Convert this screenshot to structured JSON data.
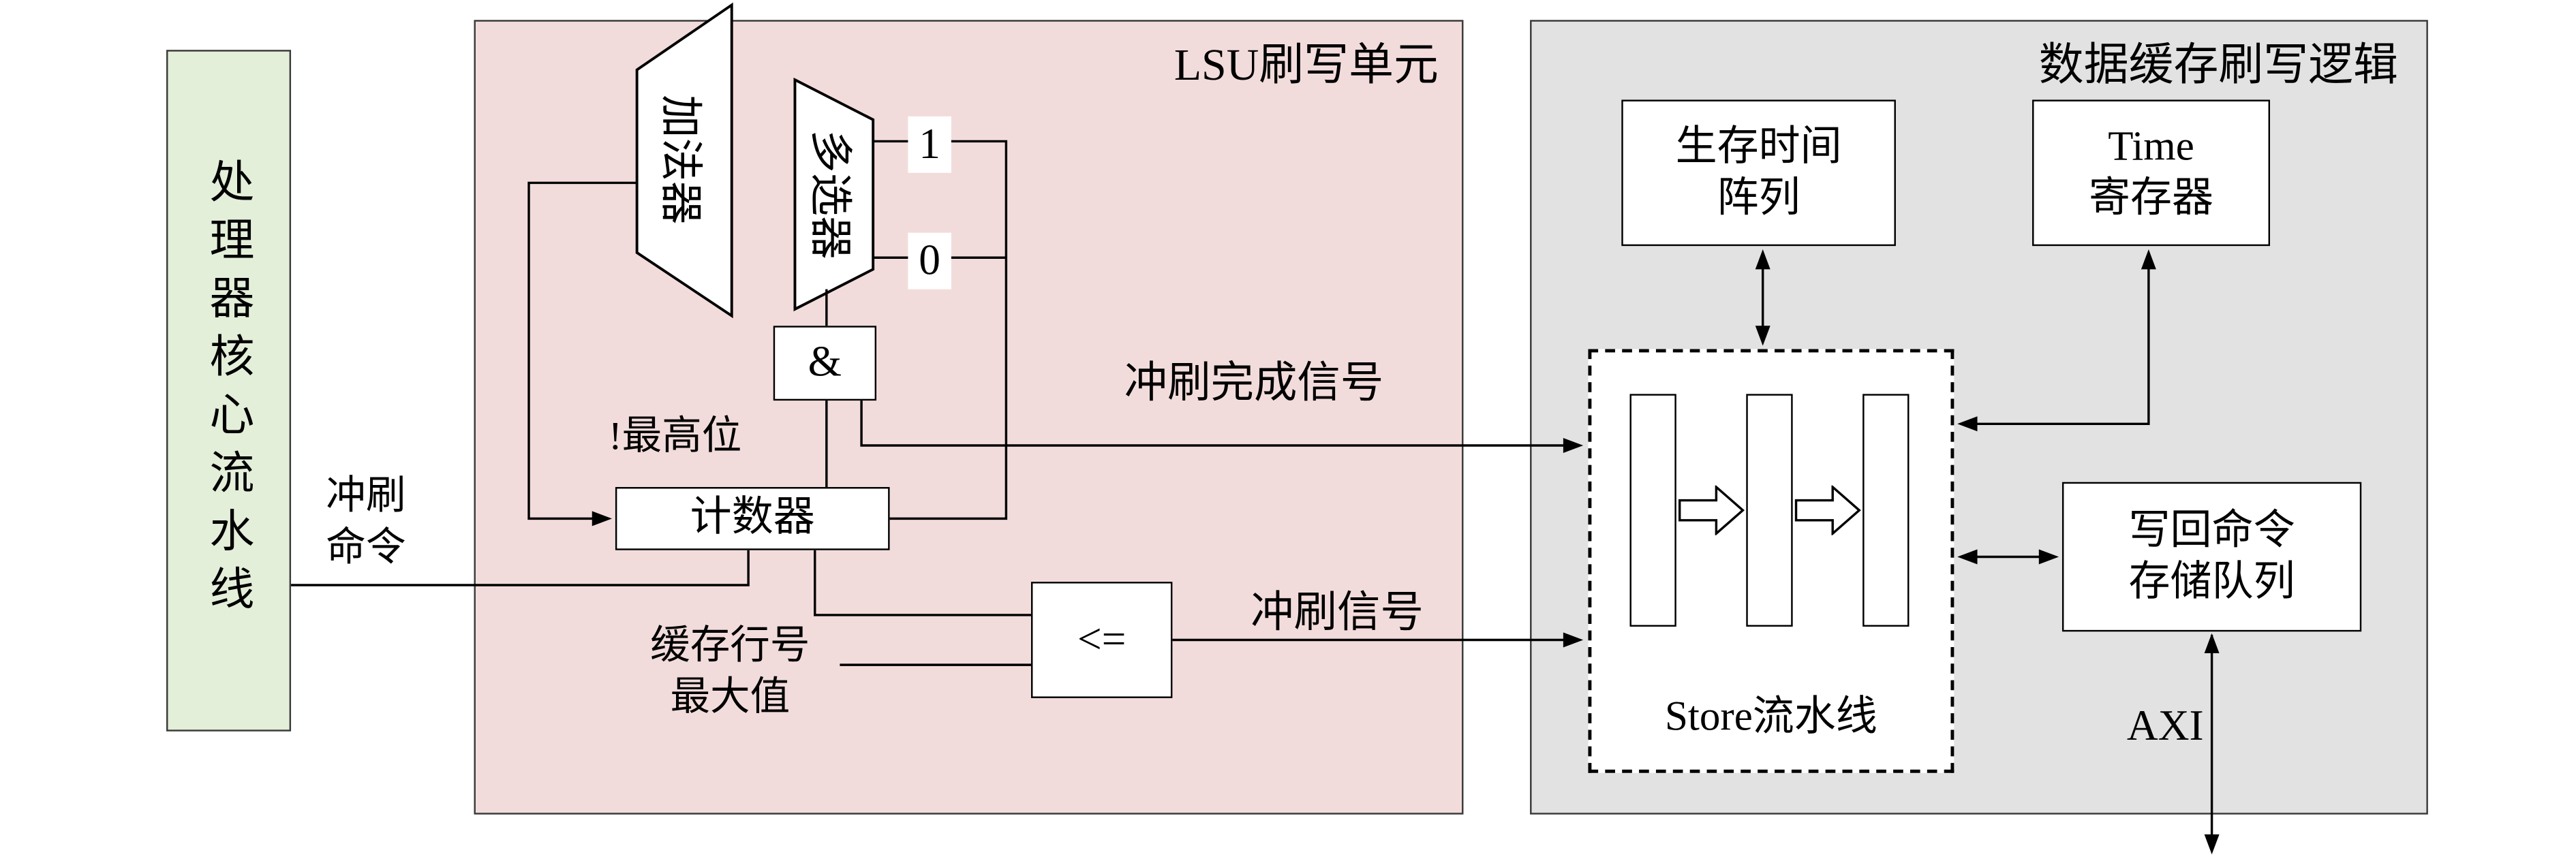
{
  "colors": {
    "processor_fill": "#e3efd9",
    "lsu_fill": "#f2dcdb",
    "cache_fill": "#e2e2e2",
    "line": "#000000"
  },
  "processor": {
    "label": "处理器核心流水线"
  },
  "lsu": {
    "title": "LSU刷写单元",
    "adder": "加法器",
    "mux": "多选器",
    "const_one": "1",
    "const_zero": "0",
    "and_gate": "&",
    "not_msb": "!最高位",
    "counter": "计数器",
    "comparator": "<=",
    "flush_cmd_l1": "冲刷",
    "flush_cmd_l2": "命令",
    "cache_line_l1": "缓存行号",
    "cache_line_l2": "最大值",
    "flush_done": "冲刷完成信号",
    "flush": "冲刷信号"
  },
  "cache": {
    "title": "数据缓存刷写逻辑",
    "ttl_l1": "生存时间",
    "ttl_l2": "阵列",
    "time_l1": "Time",
    "time_l2": "寄存器",
    "store_pipeline": "Store流水线",
    "wb_l1": "写回命令",
    "wb_l2": "存储队列",
    "axi": "AXI"
  }
}
